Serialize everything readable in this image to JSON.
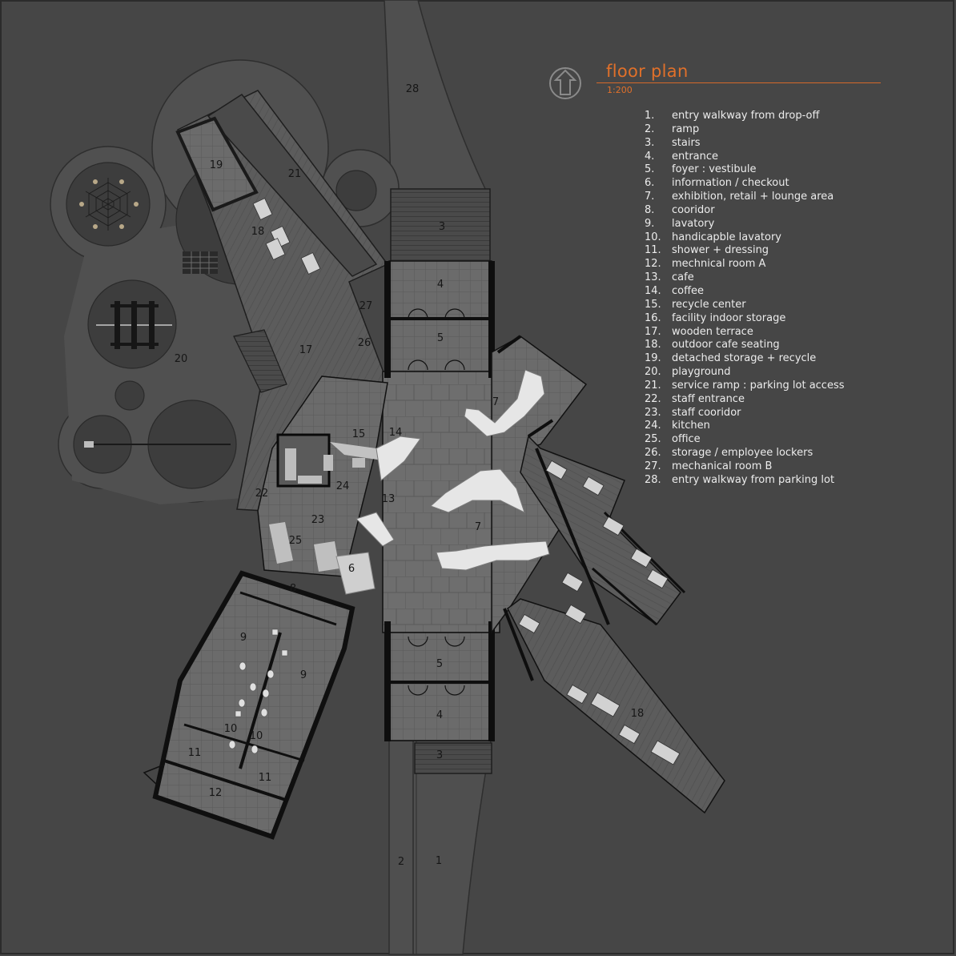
{
  "title": "floor plan",
  "scale": "1:200",
  "legend": [
    {
      "num": "1.",
      "label": "entry walkway from drop-off"
    },
    {
      "num": "2.",
      "label": "ramp"
    },
    {
      "num": "3.",
      "label": "stairs"
    },
    {
      "num": "4.",
      "label": "entrance"
    },
    {
      "num": "5.",
      "label": "foyer : vestibule"
    },
    {
      "num": "6.",
      "label": "information / checkout"
    },
    {
      "num": "7.",
      "label": "exhibition,  retail + lounge area"
    },
    {
      "num": "8.",
      "label": "cooridor"
    },
    {
      "num": "9.",
      "label": "lavatory"
    },
    {
      "num": "10.",
      "label": "handicapble lavatory"
    },
    {
      "num": "11.",
      "label": "shower + dressing"
    },
    {
      "num": "12.",
      "label": "mechnical room A"
    },
    {
      "num": "13.",
      "label": "cafe"
    },
    {
      "num": "14.",
      "label": "coffee"
    },
    {
      "num": "15.",
      "label": "recycle center"
    },
    {
      "num": "16.",
      "label": "facility indoor storage"
    },
    {
      "num": "17.",
      "label": "wooden terrace"
    },
    {
      "num": "18.",
      "label": "outdoor cafe seating"
    },
    {
      "num": "19.",
      "label": "detached storage + recycle"
    },
    {
      "num": "20.",
      "label": "playground"
    },
    {
      "num": "21.",
      "label": "service ramp : parking lot access"
    },
    {
      "num": "22.",
      "label": "staff entrance"
    },
    {
      "num": "23.",
      "label": "staff cooridor"
    },
    {
      "num": "24.",
      "label": "kitchen"
    },
    {
      "num": "25.",
      "label": "office"
    },
    {
      "num": "26.",
      "label": "storage / employee lockers"
    },
    {
      "num": "27.",
      "label": "mechanical room B"
    },
    {
      "num": "28.",
      "label": "entry walkway from parking lot"
    }
  ],
  "room_labels": {
    "r28": "28",
    "r3a": "3",
    "r4a": "4",
    "r5a": "5",
    "r21": "21",
    "r19": "19",
    "r18a": "18",
    "r27": "27",
    "r26": "26",
    "r17": "17",
    "r20": "20",
    "r15": "15",
    "r14": "14",
    "r7a": "7",
    "r24": "24",
    "r13": "13",
    "r22": "22",
    "r23": "23",
    "r25": "25",
    "r6": "6",
    "r7b": "7",
    "r8": "8",
    "r9a": "9",
    "r9b": "9",
    "r5b": "5",
    "r4b": "4",
    "r18b": "18",
    "r10a": "10",
    "r10b": "10",
    "r11a": "11",
    "r11b": "11",
    "r3b": "3",
    "r12": "12",
    "r2": "2",
    "r1": "1"
  }
}
